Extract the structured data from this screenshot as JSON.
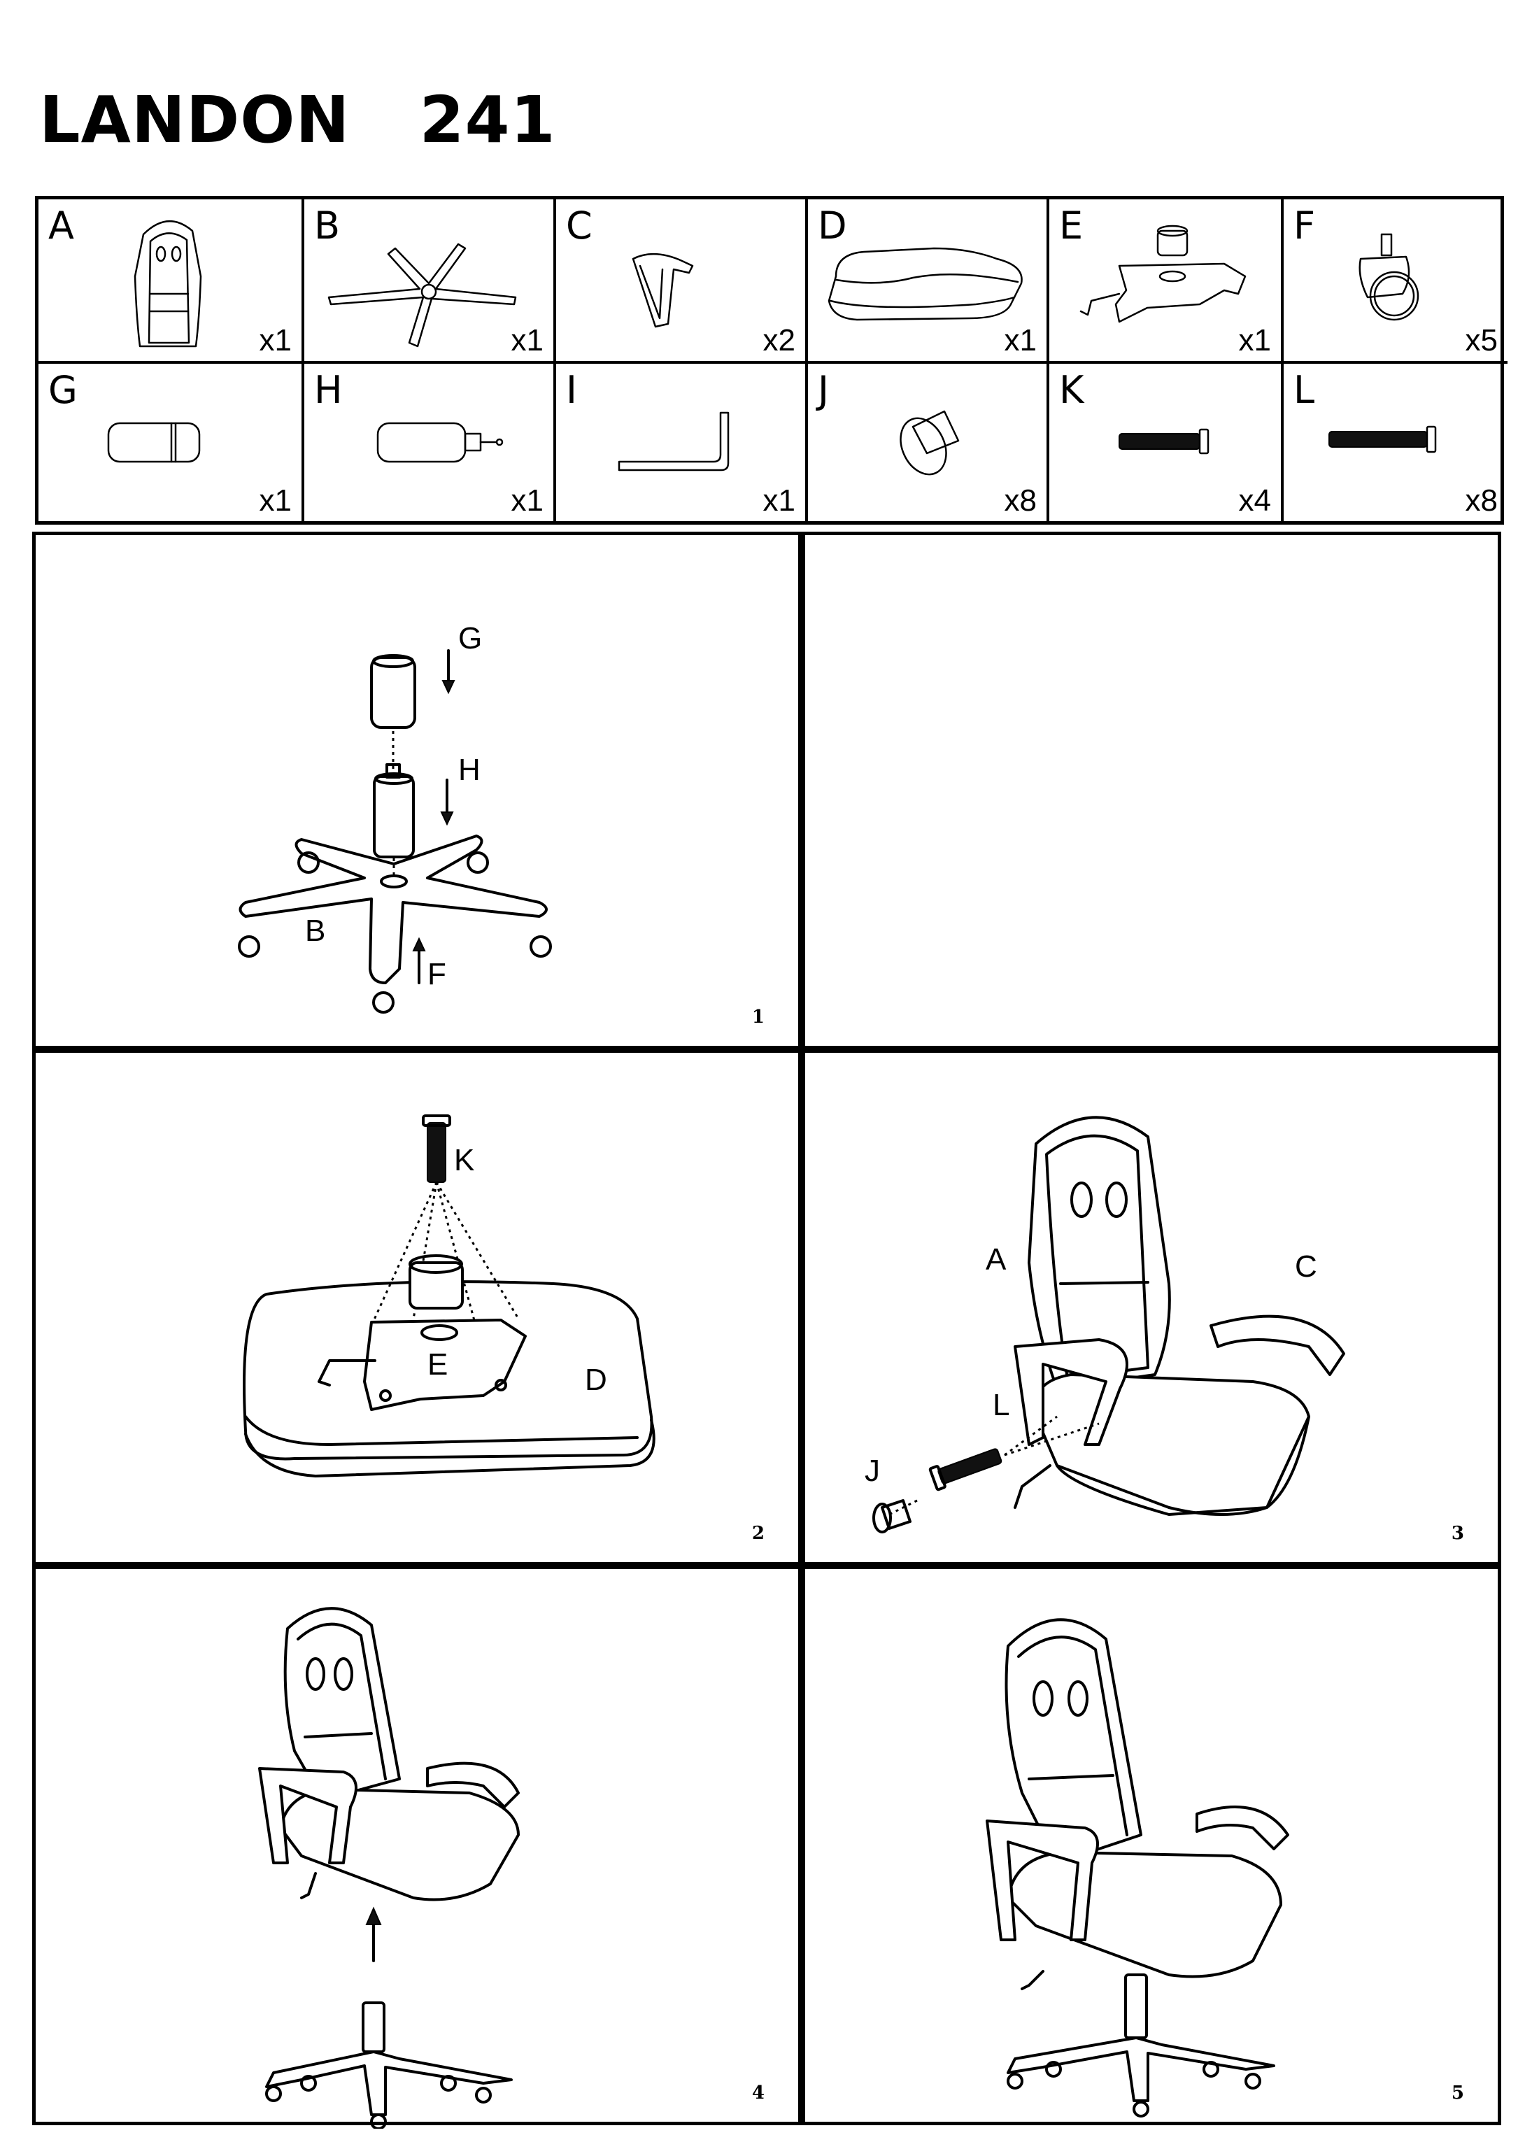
{
  "product": {
    "name": "LANDON",
    "model": "241"
  },
  "parts": [
    {
      "letter": "A",
      "qty": "x1",
      "icon": "backrest-icon"
    },
    {
      "letter": "B",
      "qty": "x1",
      "icon": "star-base-icon"
    },
    {
      "letter": "C",
      "qty": "x2",
      "icon": "armrest-icon"
    },
    {
      "letter": "D",
      "qty": "x1",
      "icon": "seat-cushion-icon"
    },
    {
      "letter": "E",
      "qty": "x1",
      "icon": "tilt-mechanism-icon"
    },
    {
      "letter": "F",
      "qty": "x5",
      "icon": "caster-wheel-icon"
    },
    {
      "letter": "G",
      "qty": "x1",
      "icon": "cylinder-cover-icon"
    },
    {
      "letter": "H",
      "qty": "x1",
      "icon": "gas-lift-icon"
    },
    {
      "letter": "I",
      "qty": "x1",
      "icon": "allen-key-icon"
    },
    {
      "letter": "J",
      "qty": "x8",
      "icon": "bolt-cap-icon"
    },
    {
      "letter": "K",
      "qty": "x4",
      "icon": "short-bolt-icon"
    },
    {
      "letter": "L",
      "qty": "x8",
      "icon": "long-bolt-icon"
    }
  ],
  "steps": [
    {
      "number": "1",
      "labels": {
        "g": "G",
        "h": "H",
        "b": "B",
        "f": "F"
      }
    },
    {
      "number": "2",
      "labels": {
        "k": "K",
        "e": "E",
        "d": "D"
      }
    },
    {
      "number": "3",
      "labels": {
        "a": "A",
        "c": "C",
        "l": "L",
        "j": "J"
      }
    },
    {
      "number": "4"
    },
    {
      "number": "5"
    }
  ]
}
